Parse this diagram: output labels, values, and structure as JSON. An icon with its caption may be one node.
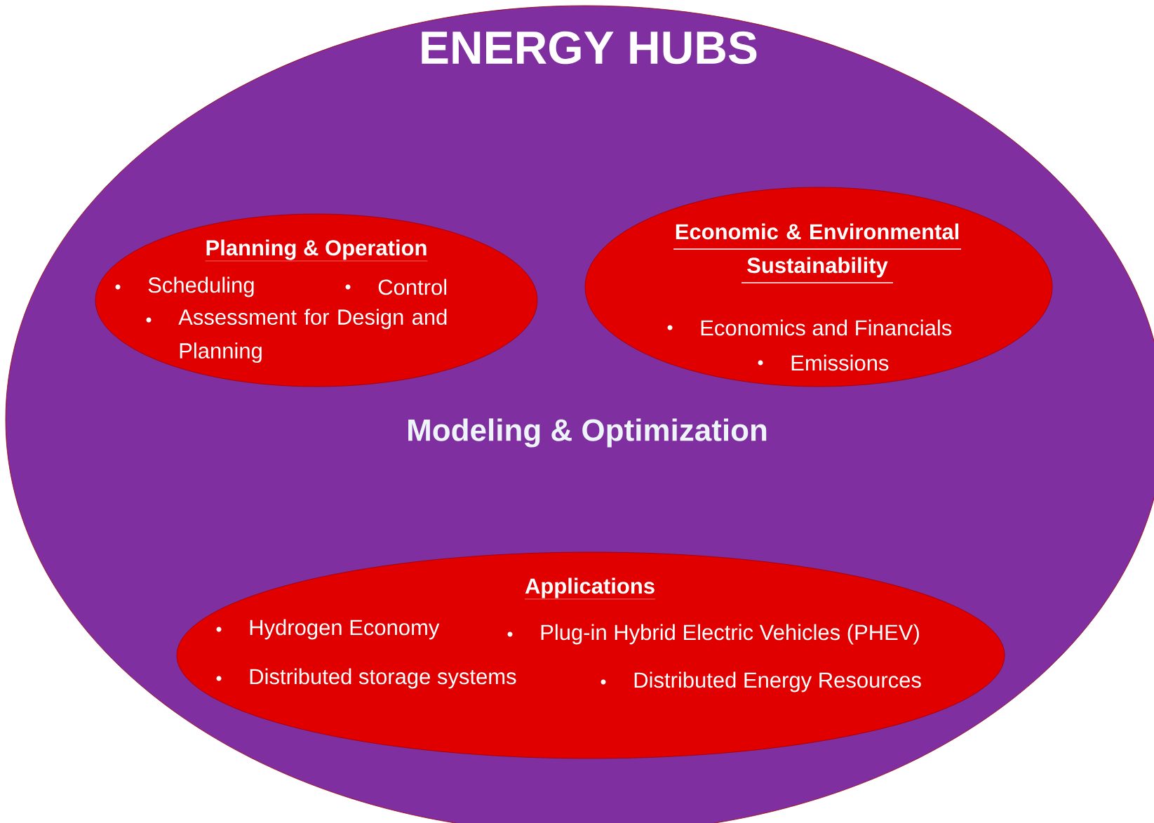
{
  "diagram": {
    "nodes": [
      {
        "text": [
          "ENERGY HUBS",
          "Modeling & Optimization"
        ]
      },
      {
        "text": [
          "Planning & Operation",
          "Scheduling",
          "Control",
          "Assessment for Design and Planning"
        ],
        "in": 0
      },
      {
        "text": [
          "Economic & Environmental Sustainability",
          "Economics and Financials",
          "Emissions"
        ],
        "in": 0
      },
      {
        "text": [
          "Applications",
          "Hydrogen Economy",
          "Plug-in Hybrid Electric Vehicles (PHEV)",
          "Distributed storage systems",
          "Distributed Energy Resources"
        ],
        "in": 0
      }
    ]
  }
}
